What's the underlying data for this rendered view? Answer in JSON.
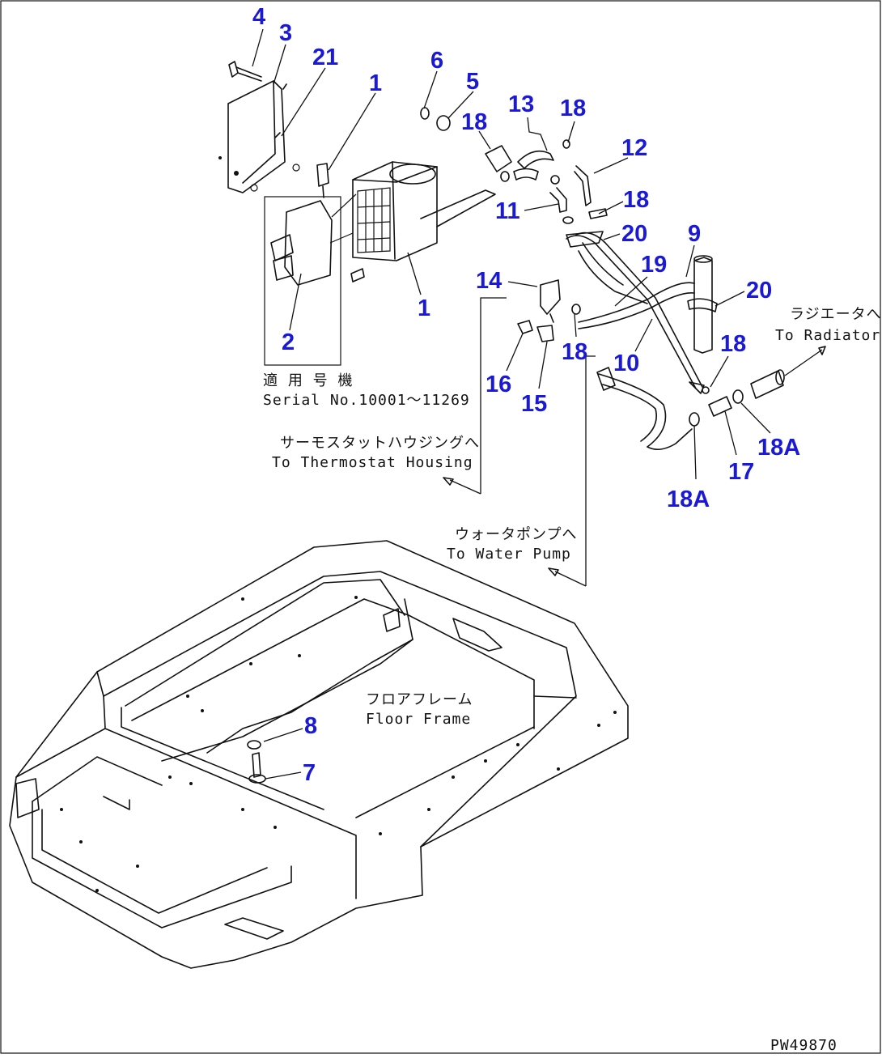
{
  "drawing_id": "PW49870",
  "callouts": [
    {
      "id": "c4",
      "text": "4"
    },
    {
      "id": "c3",
      "text": "3"
    },
    {
      "id": "c21",
      "text": "21"
    },
    {
      "id": "c1a",
      "text": "1"
    },
    {
      "id": "c6",
      "text": "6"
    },
    {
      "id": "c5",
      "text": "5"
    },
    {
      "id": "c18a",
      "text": "18"
    },
    {
      "id": "c13",
      "text": "13"
    },
    {
      "id": "c18b",
      "text": "18"
    },
    {
      "id": "c12",
      "text": "12"
    },
    {
      "id": "c11",
      "text": "11"
    },
    {
      "id": "c18c",
      "text": "18"
    },
    {
      "id": "c20a",
      "text": "20"
    },
    {
      "id": "c9",
      "text": "9"
    },
    {
      "id": "c19",
      "text": "19"
    },
    {
      "id": "c20b",
      "text": "20"
    },
    {
      "id": "c14",
      "text": "14"
    },
    {
      "id": "c1b",
      "text": "1"
    },
    {
      "id": "c2",
      "text": "2"
    },
    {
      "id": "c18d",
      "text": "18"
    },
    {
      "id": "c10",
      "text": "10"
    },
    {
      "id": "c18e",
      "text": "18"
    },
    {
      "id": "c16",
      "text": "16"
    },
    {
      "id": "c15",
      "text": "15"
    },
    {
      "id": "c18A1",
      "text": "18A"
    },
    {
      "id": "c17",
      "text": "17"
    },
    {
      "id": "c18A2",
      "text": "18A"
    },
    {
      "id": "c8",
      "text": "8"
    },
    {
      "id": "c7",
      "text": "7"
    }
  ],
  "notes": {
    "serial_jp": "適 用 号 機",
    "serial_en": "Serial No.10001～11269",
    "thermostat_jp": "サーモスタットハウジングへ",
    "thermostat_en": "To Thermostat Housing",
    "radiator_jp": "ラジエータへ",
    "radiator_en": "To Radiator",
    "waterpump_jp": "ウォータポンプへ",
    "waterpump_en": "To Water Pump",
    "floor_jp": "フロアフレーム",
    "floor_en": "Floor Frame"
  }
}
